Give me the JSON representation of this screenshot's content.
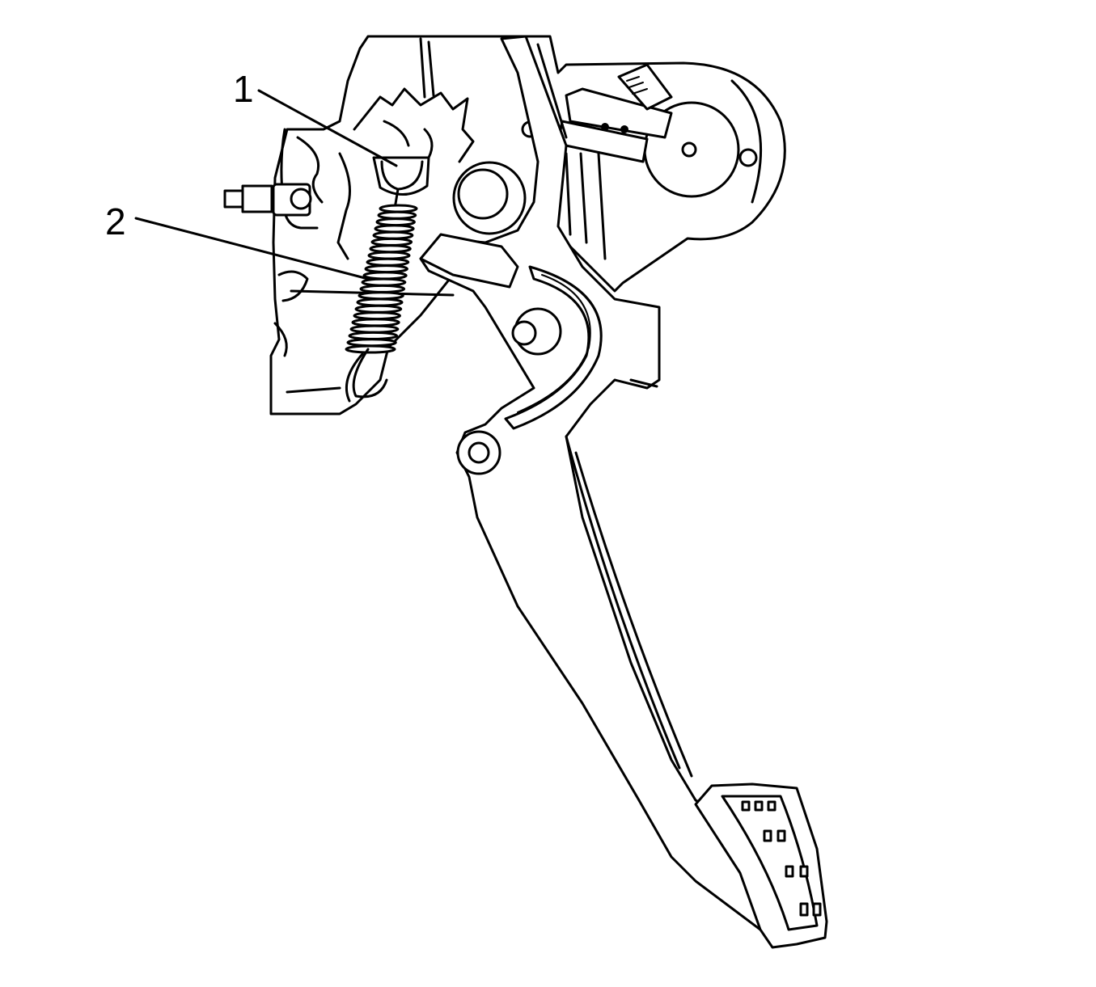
{
  "callouts": [
    {
      "id": "1",
      "label": "1"
    },
    {
      "id": "2",
      "label": "2"
    }
  ],
  "colors": {
    "line": "#000000",
    "background": "#ffffff"
  },
  "icons": [
    "pedal-assembly-illustration",
    "return-spring-icon",
    "spring-hook-icon"
  ]
}
